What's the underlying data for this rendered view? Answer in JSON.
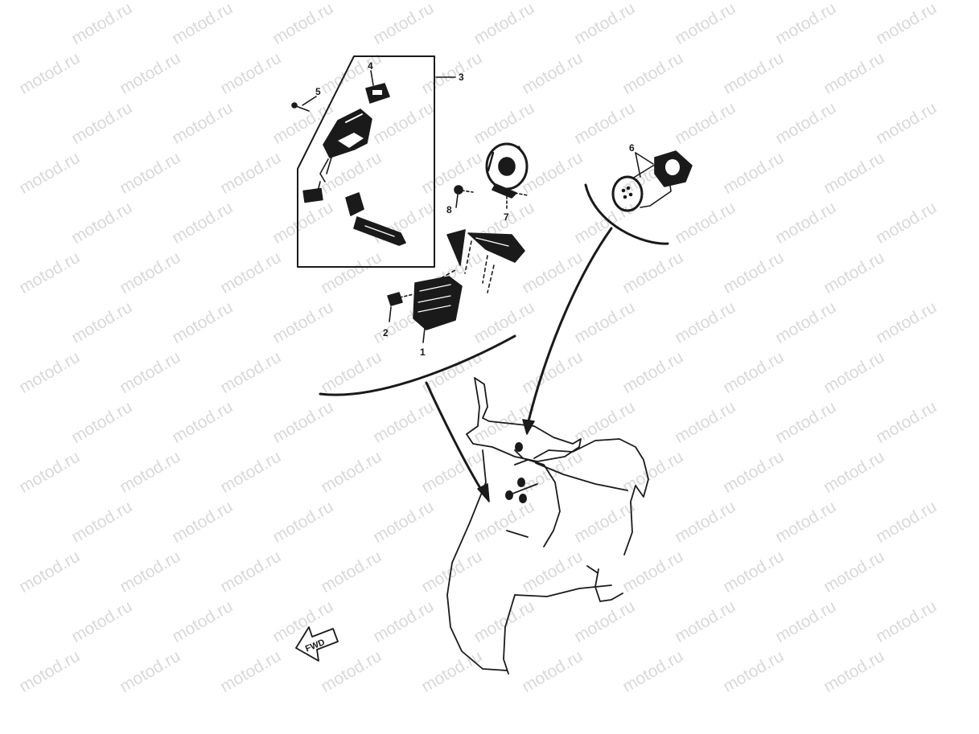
{
  "watermark": {
    "text": "motod.ru",
    "color": "#d9d9d9"
  },
  "callouts": [
    {
      "id": "c1",
      "text": "1"
    },
    {
      "id": "c2",
      "text": "2"
    },
    {
      "id": "c3",
      "text": "3"
    },
    {
      "id": "c4",
      "text": "4"
    },
    {
      "id": "c5",
      "text": "5"
    },
    {
      "id": "c6",
      "text": "6"
    },
    {
      "id": "c7",
      "text": "7"
    },
    {
      "id": "c8",
      "text": "8"
    }
  ],
  "fwd_label": "FWD",
  "ink_color": "#1a1a1a"
}
